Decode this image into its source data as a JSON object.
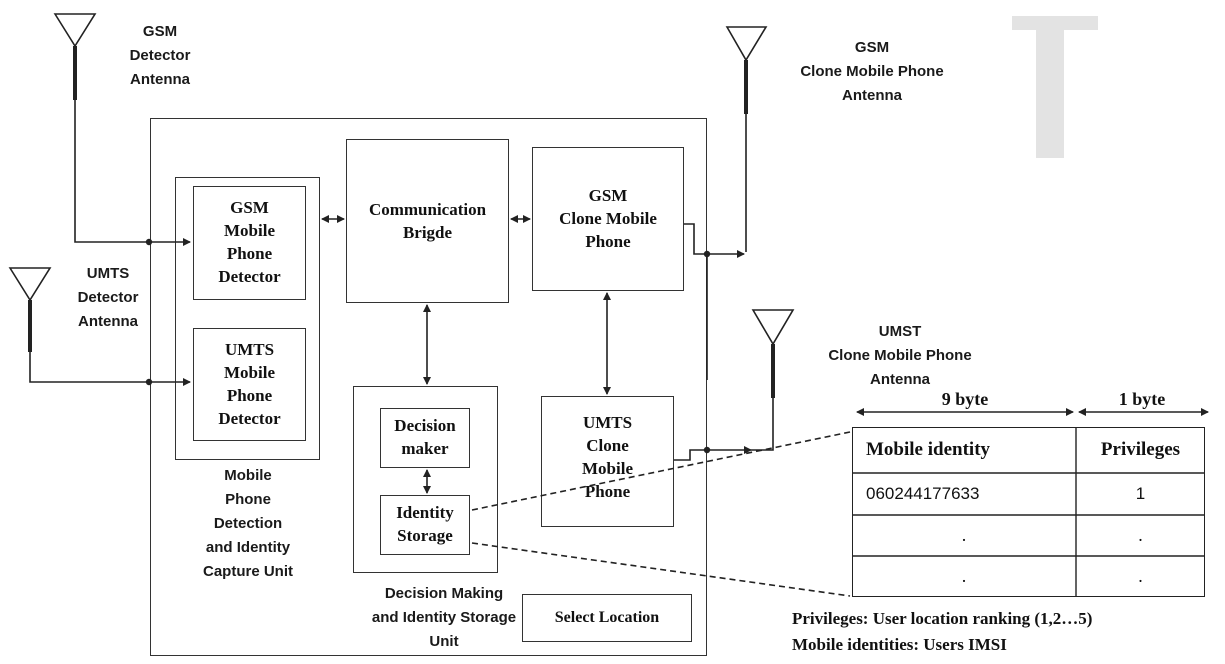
{
  "antennas": {
    "gsm_detector": "GSM\nDetector\nAntenna",
    "umts_detector": "UMTS\nDetector\nAntenna",
    "gsm_clone": "GSM\nClone Mobile Phone\nAntenna",
    "umts_clone": "UMST\nClone Mobile Phone\nAntenna"
  },
  "blocks": {
    "gsm_detector": "GSM\nMobile\nPhone\nDetector",
    "umts_detector": "UMTS\nMobile\nPhone\nDetector",
    "detection_unit": "Mobile\nPhone\nDetection\nand Identity\nCapture Unit",
    "communication_bridge": "Communication\nBrigde",
    "gsm_clone_phone": "GSM\nClone Mobile\nPhone",
    "umts_clone_phone": "UMTS\nClone\nMobile\nPhone",
    "decision_maker": "Decision\nmaker",
    "identity_storage": "Identity\nStorage",
    "decision_unit": "Decision Making\nand Identity Storage\nUnit",
    "select_location": "Select Location"
  },
  "table": {
    "width_mobile": "9 byte",
    "width_privileges": "1 byte",
    "headers": [
      "Mobile identity",
      "Privileges"
    ],
    "rows": [
      [
        "060244177633",
        "1"
      ],
      [
        ".",
        "."
      ],
      [
        ".",
        "."
      ]
    ]
  },
  "notes": {
    "privileges": "Privileges: User location ranking (1,2…5)",
    "identities": "Mobile identities: Users IMSI"
  }
}
